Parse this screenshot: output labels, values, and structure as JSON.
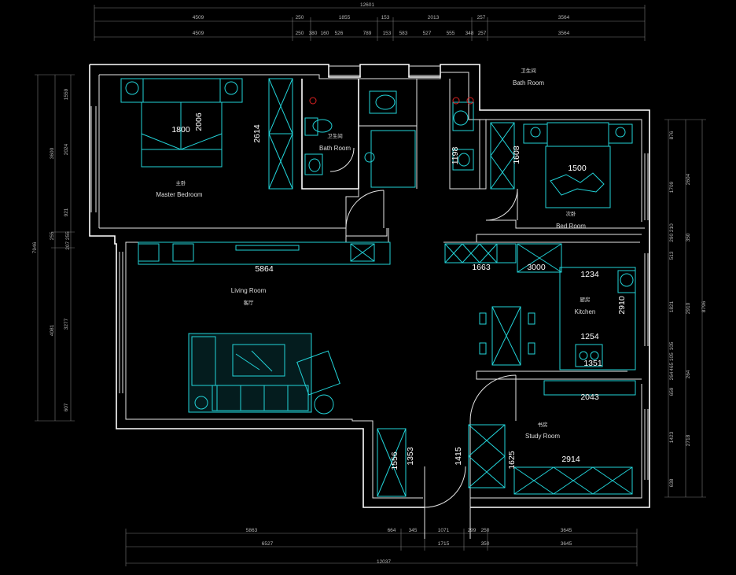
{
  "colors": {
    "background": "#000000",
    "wall": "#ffffff",
    "furniture": "#22d3d8",
    "dimension": "#b5b5b5"
  },
  "dims_top_1": [
    "4509",
    "250",
    "1855",
    "153",
    "2013",
    "257",
    "3564"
  ],
  "dims_top_2": [
    "4509",
    "250",
    "380",
    "160",
    "526",
    "789",
    "153",
    "583",
    "527",
    "555",
    "348",
    "257",
    "3564"
  ],
  "dim_top_total": "12601",
  "dims_bottom_1": [
    "5863",
    "664",
    "345",
    "1071",
    "299",
    "250",
    "3645"
  ],
  "dims_bottom_2": [
    "6527",
    "1715",
    "350",
    "3645"
  ],
  "dim_bottom_total": "12037",
  "dims_left_1": [
    "1559",
    "2024",
    "921",
    "255",
    "3277",
    "607"
  ],
  "dims_left_2": [
    "3600",
    "255",
    "207 255",
    "4081"
  ],
  "dim_left_total": "7946",
  "dims_right_1": [
    "876",
    "1709",
    "290 210",
    "513",
    "1821",
    "105",
    "465 105",
    "264",
    "659",
    "1423",
    "638"
  ],
  "dims_right_2": [
    "2604",
    "350",
    "2910",
    "264",
    "2718"
  ],
  "dim_right_total": "8796",
  "rooms": {
    "master": {
      "cn": "主卧",
      "en": "Master Bedroom"
    },
    "bath1": {
      "cn": "卫生间",
      "en": "Bath Room"
    },
    "bath2": {
      "cn": "卫生间",
      "en": "Bath Room"
    },
    "bed2": {
      "cn": "次卧",
      "en": "Bed Room"
    },
    "living": {
      "en": "Living Room",
      "cn": "客厅"
    },
    "kitchen": {
      "cn": "厨房",
      "en": "Kitchen"
    },
    "study": {
      "cn": "书房",
      "en": "Study Room"
    }
  },
  "measures": {
    "m1800": "1800",
    "m2006": "2006",
    "m2614": "2614",
    "m1198": "1198",
    "m1608": "1608",
    "m1500": "1500",
    "m5864": "5864",
    "m1663": "1663",
    "m3000": "3000",
    "m1234": "1234",
    "m2910": "2910",
    "m1254": "1254",
    "m1351": "1351",
    "m2043": "2043",
    "m1556": "1556",
    "m1353": "1353",
    "m1415": "1415",
    "m1625": "1625",
    "m2914": "2914"
  }
}
